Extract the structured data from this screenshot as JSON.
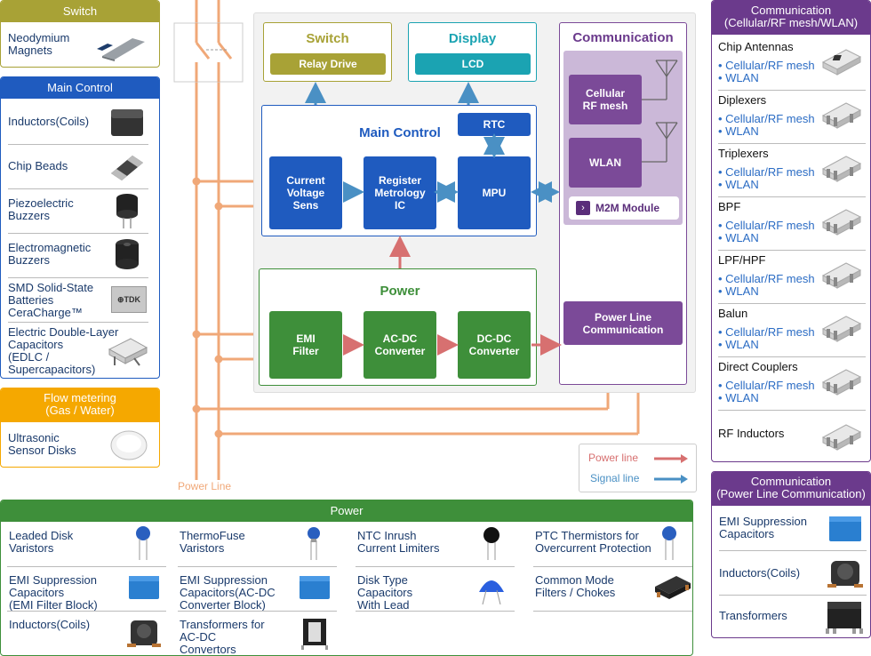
{
  "switch_panel": {
    "title": "Switch",
    "items": [
      "Neodymium\nMagnets"
    ]
  },
  "main_control_panel": {
    "title": "Main Control",
    "items": [
      "Inductors(Coils)",
      "Chip Beads",
      "Piezoelectric\nBuzzers",
      "Electromagnetic\nBuzzers",
      "SMD Solid-State\nBatteries\nCeraCharge™",
      "Electric Double-Layer\nCapacitors\n(EDLC /\nSupercapacitors)"
    ],
    "tdk_label": "⊕TDK"
  },
  "flow_panel": {
    "title": "Flow metering\n(Gas / Water)",
    "items": [
      "Ultrasonic\nSensor Disks"
    ]
  },
  "diagram": {
    "switch_title": "Switch",
    "relay": "Relay Drive",
    "display_title": "Display",
    "lcd": "LCD",
    "main_control_title": "Main Control",
    "rtc": "RTC",
    "current": "Current\nVoltage\nSens",
    "register": "Register\nMetrology\nIC",
    "mpu": "MPU",
    "power_title": "Power",
    "emi": "EMI\nFilter",
    "acdc": "AC-DC\nConverter",
    "dcdc": "DC-DC\nConverter",
    "comm_title": "Communication",
    "cellular": "Cellular\nRF mesh",
    "wlan": "WLAN",
    "m2m": "M2M Module",
    "plc": "Power Line\nCommunication",
    "power_line_label": "Power Line",
    "legend_power": "Power line",
    "legend_signal": "Signal line"
  },
  "comm_rf_panel": {
    "title": "Communication\n(Cellular/RF mesh/WLAN)",
    "items": [
      {
        "name": "Chip Antennas",
        "bullets": [
          "• Cellular/RF mesh",
          "• WLAN"
        ]
      },
      {
        "name": "Diplexers",
        "bullets": [
          "• Cellular/RF mesh",
          "• WLAN"
        ]
      },
      {
        "name": "Triplexers",
        "bullets": [
          "• Cellular/RF mesh",
          "• WLAN"
        ]
      },
      {
        "name": "BPF",
        "bullets": [
          "• Cellular/RF mesh",
          "• WLAN"
        ]
      },
      {
        "name": "LPF/HPF",
        "bullets": [
          "• Cellular/RF mesh",
          "• WLAN"
        ]
      },
      {
        "name": "Balun",
        "bullets": [
          "• Cellular/RF mesh",
          "• WLAN"
        ]
      },
      {
        "name": "Direct Couplers",
        "bullets": [
          "• Cellular/RF mesh",
          "• WLAN"
        ]
      },
      {
        "name": "RF Inductors",
        "bullets": []
      }
    ]
  },
  "comm_plc_panel": {
    "title": "Communication\n(Power Line Communication)",
    "items": [
      "EMI Suppression\nCapacitors",
      "Inductors(Coils)",
      "Transformers"
    ]
  },
  "power_panel": {
    "title": "Power",
    "items": [
      "Leaded Disk\nVaristors",
      "ThermoFuse\nVaristors",
      "NTC Inrush\nCurrent Limiters",
      "PTC Thermistors for\nOvercurrent Protection",
      "EMI Suppression\nCapacitors\n(EMI Filter Block)",
      "EMI Suppression\nCapacitors(AC-DC\nConverter Block)",
      "Disk Type\nCapacitors\nWith Lead",
      "Common Mode\nFilters / Chokes",
      "Inductors(Coils)",
      "Transformers for\nAC-DC\nConvertors"
    ]
  },
  "colors": {
    "switch": "#a8a236",
    "main": "#1f5bbf",
    "flow": "#f5a800",
    "comm": "#6b3a8c",
    "power": "#3e8f3a",
    "power_line": "#f0a878",
    "signal": "#4a90c4"
  }
}
